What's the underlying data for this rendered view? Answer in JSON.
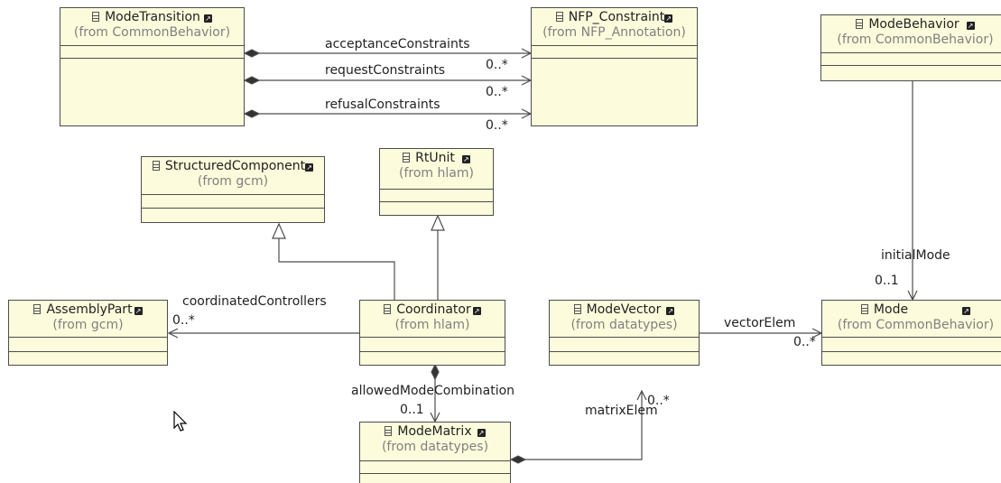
{
  "classes": {
    "mode_transition": {
      "name": "ModeTransition",
      "from": "(from CommonBehavior)"
    },
    "nfp_constraint": {
      "name": "NFP_Constraint",
      "from": "(from NFP_Annotation)"
    },
    "mode_behavior": {
      "name": "ModeBehavior",
      "from": "(from CommonBehavior)"
    },
    "structured_component": {
      "name": "StructuredComponent",
      "from": "(from gcm)"
    },
    "rt_unit": {
      "name": "RtUnit",
      "from": "(from hlam)"
    },
    "assembly_part": {
      "name": "AssemblyPart",
      "from": "(from gcm)"
    },
    "coordinator": {
      "name": "Coordinator",
      "from": "(from hlam)"
    },
    "mode_vector": {
      "name": "ModeVector",
      "from": "(from datatypes)"
    },
    "mode": {
      "name": "Mode",
      "from": "(from CommonBehavior)"
    },
    "mode_matrix": {
      "name": "ModeMatrix",
      "from": "(from datatypes)"
    }
  },
  "associations": {
    "acceptance": {
      "role": "acceptanceConstraints",
      "mult": "0..*"
    },
    "request": {
      "role": "requestConstraints",
      "mult": "0..*"
    },
    "refusal": {
      "role": "refusalConstraints",
      "mult": "0..*"
    },
    "coordinated": {
      "role": "coordinatedControllers",
      "mult": "0..*"
    },
    "vector_elem": {
      "role": "vectorElem",
      "mult": "0..*"
    },
    "initial_mode": {
      "role": "initialMode",
      "mult": "0..1"
    },
    "allowed": {
      "role": "allowedModeCombination",
      "mult": "0..1"
    },
    "matrix_elem": {
      "role": "matrixElem",
      "mult": "0..*"
    }
  },
  "colors": {
    "class_fill": "#fcfcdc",
    "class_border": "#4d4d4d",
    "line": "#4d4d4d",
    "from_text": "#808080"
  }
}
